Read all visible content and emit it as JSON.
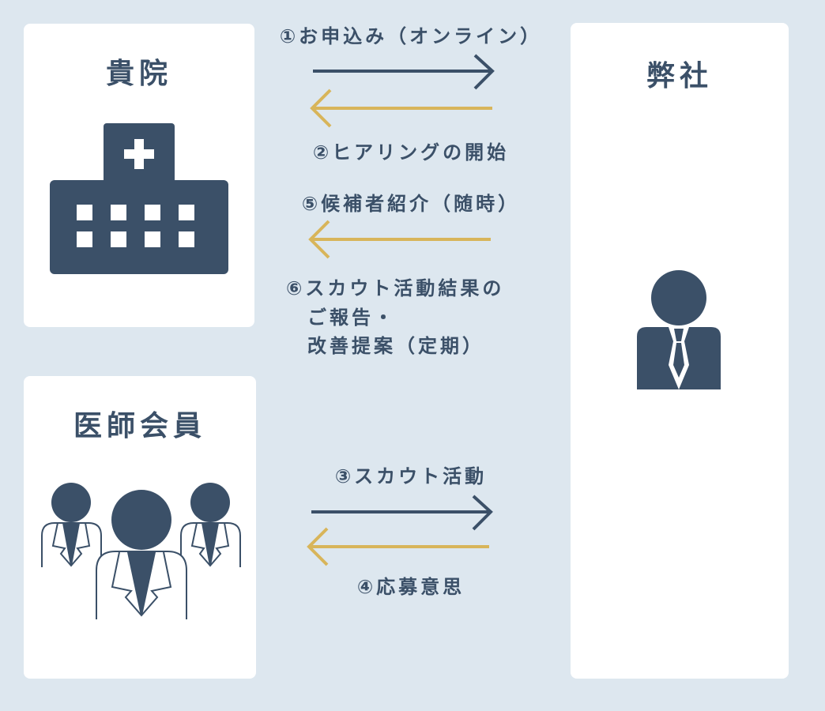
{
  "parties": {
    "hospital": {
      "title": "貴院",
      "icon": "hospital-icon"
    },
    "doctors": {
      "title": "医師会員",
      "icon": "doctors-group-icon"
    },
    "company": {
      "title": "弊社",
      "icon": "businessman-icon"
    }
  },
  "steps": {
    "s1": "①お申込み（オンライン）",
    "s2": "②ヒアリングの開始",
    "s5": "⑤候補者紹介（随時）",
    "s6_line1": "⑥スカウト活動結果の",
    "s6_line2": "ご報告・",
    "s6_line3": "改善提案（定期）",
    "s3": "③スカウト活動",
    "s4": "④応募意思"
  },
  "colors": {
    "background": "#dde7ef",
    "navy": "#3b5068",
    "gold": "#d8b55a"
  }
}
